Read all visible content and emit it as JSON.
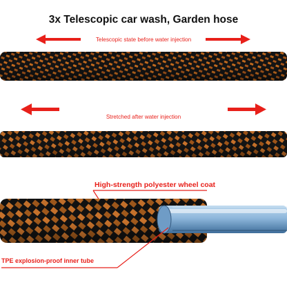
{
  "title": "3x Telescopic car wash, Garden hose",
  "label_telescopic": "Telescopic state before water injection",
  "label_stretched": "Stretched after water injection",
  "label_coat": "High-strength polyester wheel coat",
  "label_tube": "TPE explosion-proof inner tube",
  "colors": {
    "hose_black": "#141414",
    "hose_orange": "#c26a1e",
    "arrow_red": "#e8201a",
    "tube_blue": "#8fb8dc"
  },
  "icons": [
    "left-arrow-icon",
    "right-arrow-icon"
  ]
}
